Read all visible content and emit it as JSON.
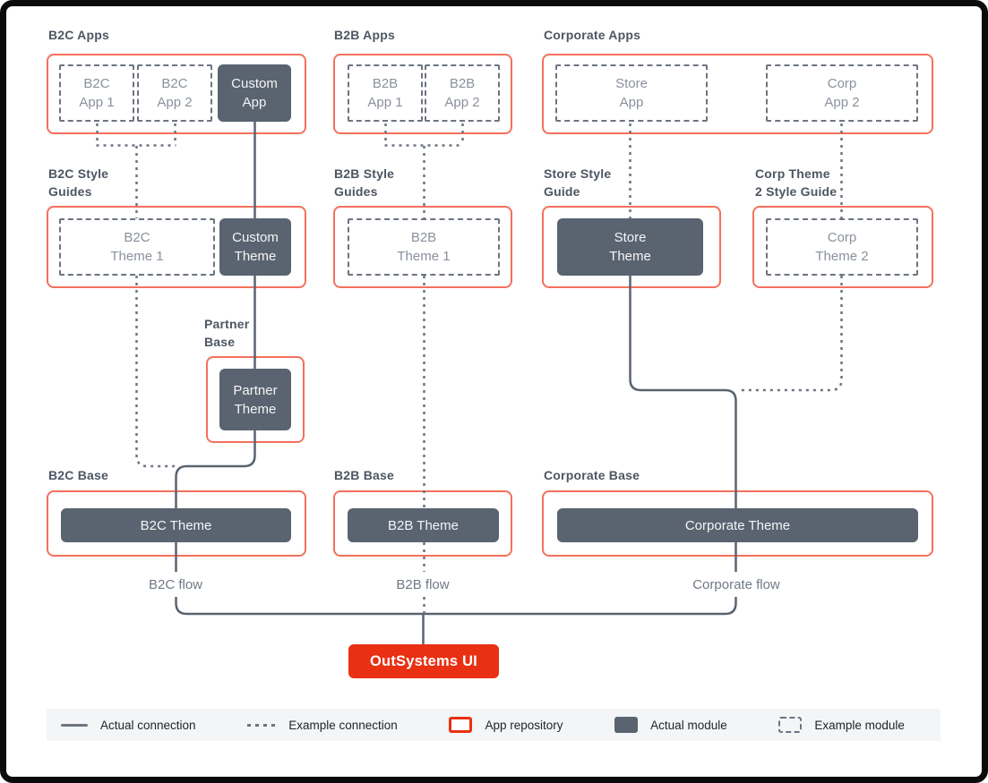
{
  "colors": {
    "repository_border": "#F4705C",
    "brand_red": "#E93012",
    "actual_module_bg": "#5A6370",
    "example_module_border": "#6C7480",
    "example_module_text": "#8A919B",
    "section_title_text": "#4D5663",
    "flow_label_text": "#707985",
    "solid_line": "#5A6370",
    "dashed_line": "#6C7480",
    "legend_bg": "#F3F5F7"
  },
  "sections": {
    "b2c_apps": "B2C Apps",
    "b2b_apps": "B2B Apps",
    "corporate_apps": "Corporate Apps",
    "b2c_style_guides": "B2C Style\nGuides",
    "b2b_style_guides": "B2B Style\nGuides",
    "store_style_guide": "Store Style\nGuide",
    "corp_theme2_style_guide": "Corp Theme\n2 Style Guide",
    "partner_base": "Partner\nBase",
    "b2c_base": "B2C Base",
    "b2b_base": "B2B Base",
    "corporate_base": "Corporate Base"
  },
  "modules": {
    "b2c_app1": "B2C\nApp 1",
    "b2c_app2": "B2C\nApp 2",
    "custom_app": "Custom\nApp",
    "b2b_app1": "B2B\nApp 1",
    "b2b_app2": "B2B\nApp 2",
    "store_app": "Store\nApp",
    "corp_app2": "Corp\nApp 2",
    "b2c_theme1": "B2C\nTheme 1",
    "custom_theme": "Custom\nTheme",
    "b2b_theme1": "B2B\nTheme 1",
    "store_theme": "Store\nTheme",
    "corp_theme2": "Corp\nTheme 2",
    "partner_theme": "Partner\nTheme",
    "b2c_theme": "B2C Theme",
    "b2b_theme": "B2B Theme",
    "corporate_theme": "Corporate Theme"
  },
  "flows": {
    "b2c": "B2C flow",
    "b2b": "B2B flow",
    "corporate": "Corporate flow"
  },
  "brand": {
    "button_label": "OutSystems UI"
  },
  "legend": {
    "actual_connection": "Actual connection",
    "example_connection": "Example connection",
    "app_repository": "App repository",
    "actual_module": "Actual module",
    "example_module": "Example module"
  }
}
